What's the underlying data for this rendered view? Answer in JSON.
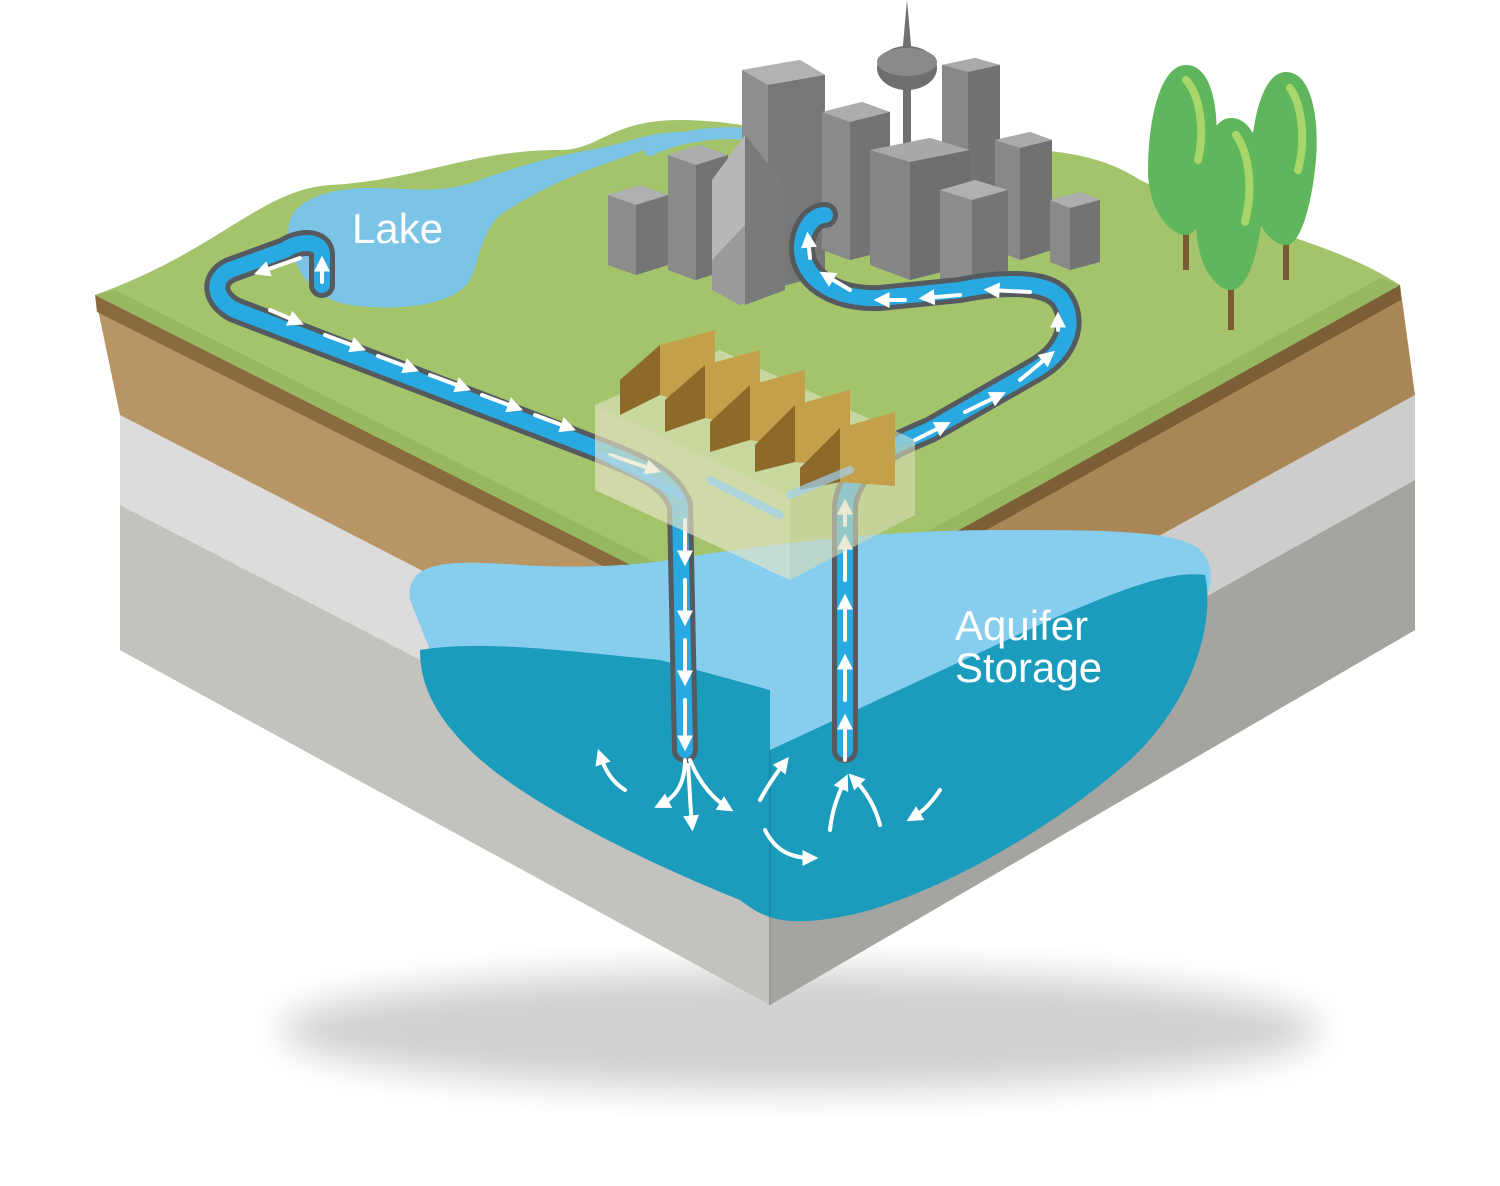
{
  "labels": {
    "lake": "Lake",
    "aquifer_line1": "Aquifer",
    "aquifer_line2": "Storage"
  },
  "colors": {
    "grass": "#9cc464",
    "soil": "#b08a5a",
    "rock_light": "#d6d6d6",
    "rock_dark": "#b3b3b0",
    "lake_water": "#7cc4e6",
    "aquifer_light": "#80ccee",
    "aquifer_deep": "#1f9fbd",
    "pipe_fill": "#29a9e1",
    "pipe_outline": "#555a5e",
    "building": "#8c8c8c",
    "tree": "#5cb85c"
  },
  "icons": {
    "building": "city-skyline-icon",
    "tree": "tree-icon",
    "plant": "treatment-plant-icon",
    "flow": "flow-arrow-icon"
  }
}
